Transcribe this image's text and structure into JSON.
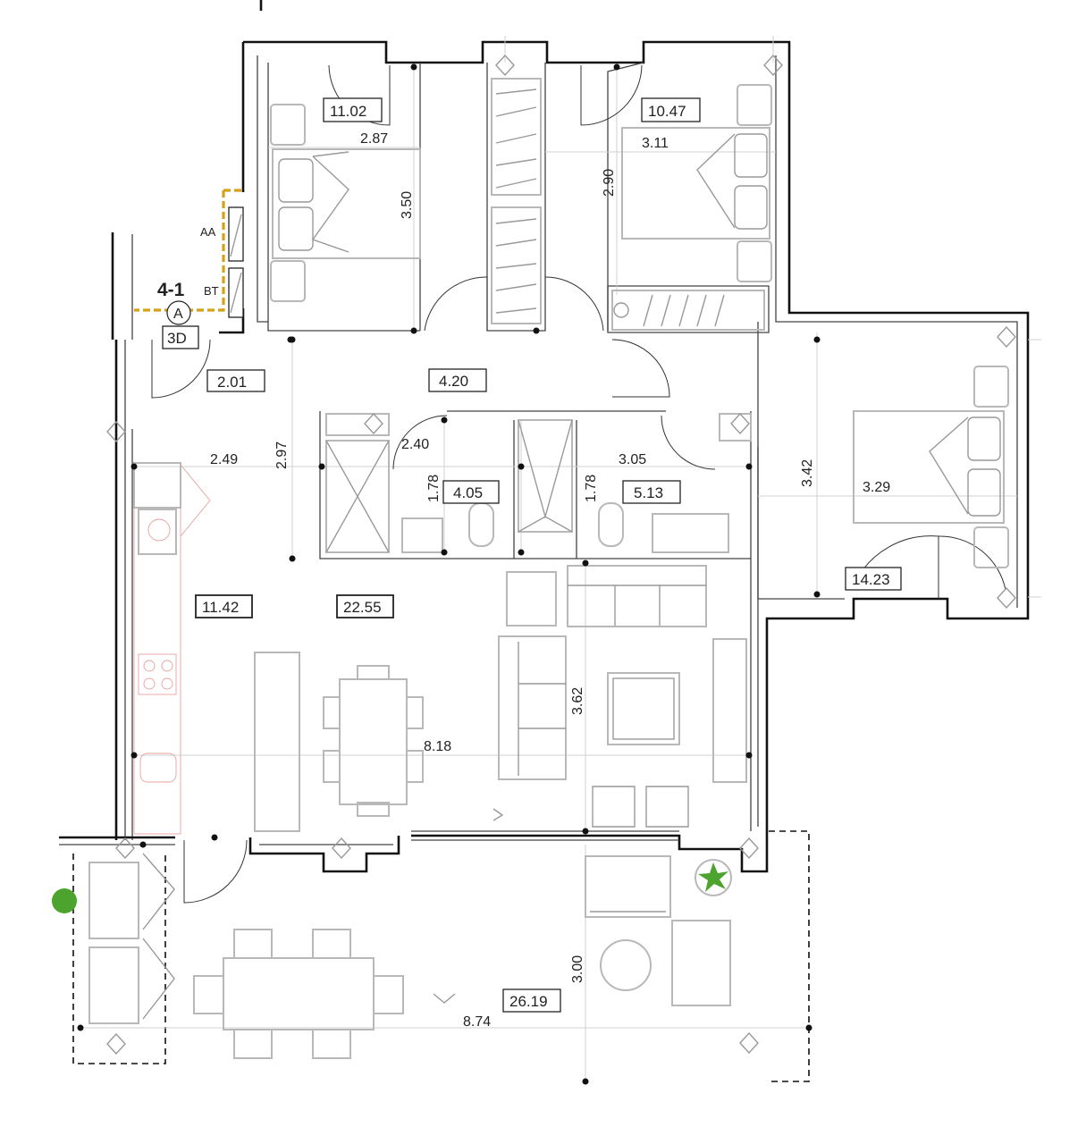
{
  "unit": {
    "code": "4-1",
    "letter": "A",
    "view_3d": "3D",
    "marker_aa": "AA",
    "marker_bt": "BT"
  },
  "areas": {
    "bedroom_1": "11.02",
    "bedroom_2": "10.47",
    "entrance": "2.01",
    "corridor": "4.20",
    "bathroom_1": "4.05",
    "bathroom_2": "5.13",
    "master_bedroom": "14.23",
    "kitchen": "11.42",
    "living": "22.55",
    "terrace": "26.19"
  },
  "dimensions": {
    "bedroom_1_width": "2.87",
    "bedroom_1_depth": "3.50",
    "bedroom_2_width": "3.11",
    "bedroom_2_depth": "2.90",
    "bath_1_width": "2.40",
    "bath_1_depth": "1.78",
    "bath_2_width": "3.05",
    "bath_2_depth": "1.78",
    "kitchen_width": "2.49",
    "hall_depth": "2.97",
    "master_depth": "3.42",
    "master_width": "3.29",
    "living_depth": "3.62",
    "living_width": "8.18",
    "terrace_depth": "3.00",
    "terrace_width": "8.74"
  },
  "colors": {
    "wall": "#111111",
    "furniture": "#b8b8b8",
    "marker": "#d4a21a",
    "plant": "#4ca32e",
    "kitchen_line": "#e7a0a0"
  }
}
